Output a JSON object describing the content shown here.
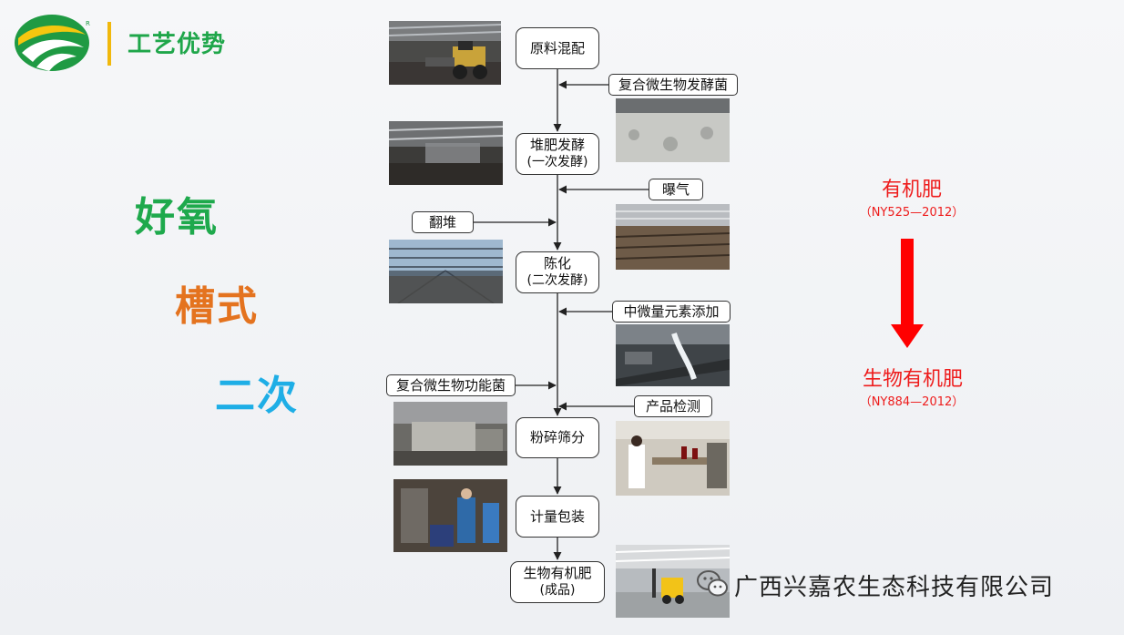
{
  "header": {
    "title": "工艺优势",
    "logo_mark": "R"
  },
  "sidewords": [
    "好氧",
    "槽式",
    "二次"
  ],
  "flow": {
    "steps": [
      {
        "line1": "原料混配",
        "line2": ""
      },
      {
        "line1": "堆肥发酵",
        "line2": "(一次发酵)"
      },
      {
        "line1": "陈化",
        "line2": "(二次发酵)"
      },
      {
        "line1": "粉碎筛分",
        "line2": ""
      },
      {
        "line1": "计量包装",
        "line2": ""
      },
      {
        "line1": "生物有机肥",
        "line2": "(成品)"
      }
    ],
    "inputs_right": [
      "复合微生物发酵菌",
      "曝气",
      "中微量元素添加",
      "产品检测"
    ],
    "inputs_left": [
      "翻堆",
      "复合微生物功能菌"
    ]
  },
  "outputs": {
    "first": {
      "name": "有机肥",
      "standard": "（NY525—2012）"
    },
    "second": {
      "name": "生物有机肥",
      "standard": "（NY884—2012）"
    },
    "arrow_color": "#ff0000"
  },
  "footer": {
    "company": "广西兴嘉农生态科技有限公司",
    "icon": "wechat-icon"
  },
  "colors": {
    "green": "#1fa64a",
    "orange": "#e4731f",
    "blue": "#1eaee6",
    "red": "#ee1c1c",
    "gold": "#f1b80c"
  }
}
